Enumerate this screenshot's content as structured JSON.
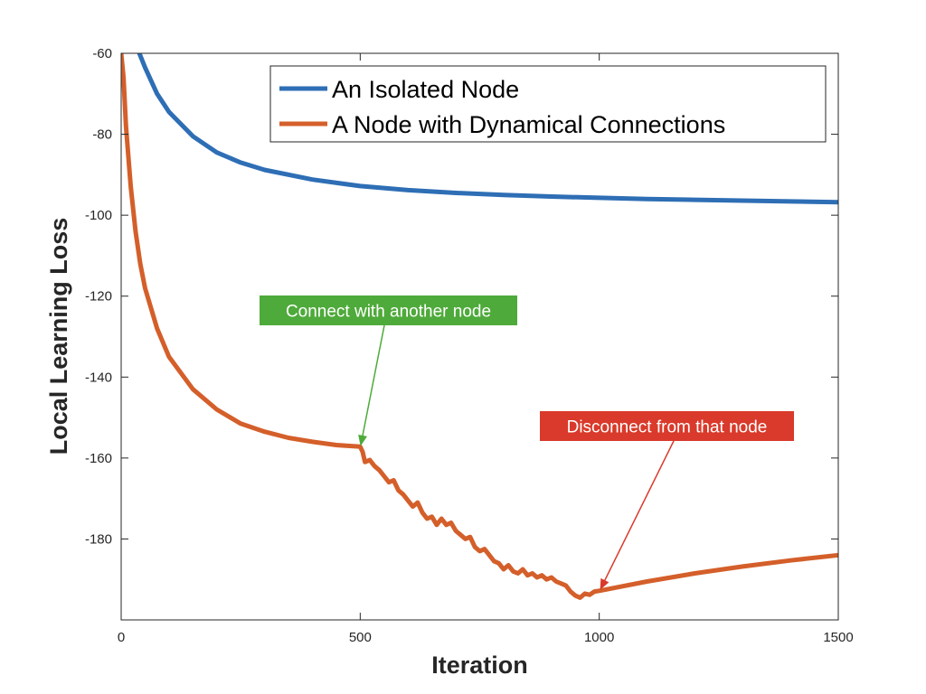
{
  "chart_data": {
    "type": "line",
    "title": "",
    "xlabel": "Iteration",
    "ylabel": "Local Learning Loss",
    "xlim": [
      0,
      1500
    ],
    "ylim": [
      -200,
      -60
    ],
    "xticks": [
      0,
      500,
      1000,
      1500
    ],
    "yticks": [
      -60,
      -80,
      -100,
      -120,
      -140,
      -160,
      -180
    ],
    "grid": false,
    "legend_position": "top-right",
    "series": [
      {
        "name": "An Isolated Node",
        "color": "#2e6eb5",
        "x": [
          38,
          50,
          75,
          100,
          150,
          200,
          250,
          300,
          400,
          500,
          600,
          700,
          800,
          900,
          1000,
          1100,
          1200,
          1300,
          1400,
          1500
        ],
        "y": [
          -60,
          -63.5,
          -70,
          -74.5,
          -80.5,
          -84.5,
          -87,
          -88.8,
          -91.2,
          -92.8,
          -93.8,
          -94.5,
          -95.0,
          -95.4,
          -95.7,
          -96.0,
          -96.2,
          -96.4,
          -96.6,
          -96.8
        ]
      },
      {
        "name": "A Node with Dynamical Connections",
        "color": "#d45f2a",
        "x": [
          0,
          5,
          10,
          20,
          30,
          40,
          50,
          75,
          100,
          150,
          200,
          250,
          300,
          350,
          400,
          450,
          500,
          505,
          510,
          520,
          530,
          540,
          550,
          560,
          570,
          580,
          590,
          600,
          610,
          620,
          630,
          640,
          650,
          660,
          670,
          680,
          690,
          700,
          710,
          720,
          730,
          740,
          750,
          760,
          770,
          780,
          790,
          800,
          810,
          820,
          830,
          840,
          850,
          860,
          870,
          880,
          890,
          900,
          910,
          920,
          930,
          940,
          950,
          960,
          970,
          980,
          990,
          1000,
          1100,
          1200,
          1300,
          1400,
          1500
        ],
        "y": [
          -60,
          -66,
          -78,
          -93,
          -104,
          -112,
          -118,
          -128,
          -135,
          -143,
          -148,
          -151.5,
          -153.5,
          -155,
          -156,
          -156.8,
          -157.2,
          -158.5,
          -161,
          -160.5,
          -162,
          -163,
          -164.5,
          -166,
          -165.5,
          -168,
          -169,
          -170.5,
          -172,
          -171,
          -173.5,
          -175,
          -174.5,
          -176.5,
          -175,
          -176.5,
          -176,
          -178,
          -179,
          -180,
          -179.5,
          -182,
          -183,
          -182.5,
          -184,
          -185.5,
          -186,
          -187.5,
          -186.5,
          -188,
          -188.5,
          -187.5,
          -189,
          -188.5,
          -189.5,
          -189,
          -190,
          -189.5,
          -190.5,
          -191,
          -191.5,
          -193,
          -194,
          -194.5,
          -193.5,
          -193.8,
          -193,
          -192.8,
          -190.5,
          -188.5,
          -186.8,
          -185.3,
          -184
        ]
      }
    ],
    "annotations": [
      {
        "text": "Connect with another node",
        "color": "#4eaa3a",
        "x": 500,
        "y": -157.5
      },
      {
        "text": "Disconnect from that node",
        "color": "#d93a2b",
        "x": 1000,
        "y": -193
      }
    ]
  }
}
